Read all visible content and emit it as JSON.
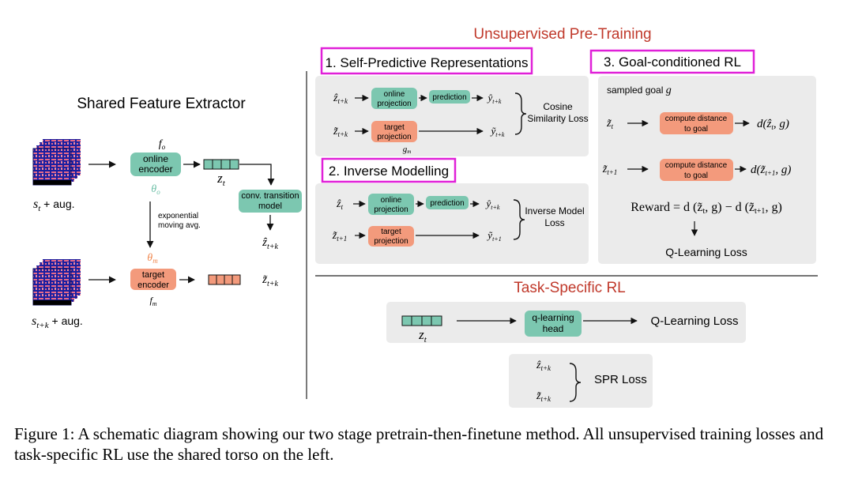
{
  "figure": {
    "section_pretraining": "Unsupervised Pre-Training",
    "section_task": "Task-Specific RL",
    "extractor": {
      "title": "Shared Feature Extractor",
      "online_encoder": "online\nencoder",
      "target_encoder": "target\nencoder",
      "f_o": "f",
      "f_o_sub": "o",
      "theta_o": "θ",
      "theta_o_sub": "o",
      "theta_m": "θ",
      "theta_m_sub": "m",
      "f_m": "f",
      "f_m_sub": "m",
      "z_t": "z",
      "z_t_sub": "t",
      "ema_label": "exponential\nmoving avg.",
      "transition": "conv. transition\nmodel",
      "zhat_tk": "ẑ",
      "zhat_tk_sub": "t+k",
      "ztilde_tk": "z̃",
      "ztilde_tk_sub": "t+k",
      "input_top": "s",
      "input_top_sub": "t",
      "input_top_aug": " + aug.",
      "input_bot": "s",
      "input_bot_sub": "t+k",
      "input_bot_aug": " + aug."
    },
    "spr": {
      "title": "1. Self-Predictive Representations",
      "in1": "ẑ",
      "in1_sub": "t+k",
      "in2": "z̃",
      "in2_sub": "t+k",
      "online_proj": "online\nprojection",
      "prediction": "prediction",
      "target_proj": "target\nprojection",
      "out1": "ŷ",
      "out1_sub": "t+k",
      "out2": "ỹ",
      "out2_sub": "t+k",
      "g_m": "g",
      "g_m_sub": "m",
      "loss": "Cosine\nSimilarity Loss"
    },
    "inverse": {
      "title": "2. Inverse Modelling",
      "in1": "ẑ",
      "in1_sub": "t",
      "in2": "z̃",
      "in2_sub": "t+1",
      "online_proj": "online\nprojection",
      "prediction": "prediction",
      "target_proj": "target\nprojection",
      "out1": "ŷ",
      "out1_sub": "t+k",
      "out2": "ỹ",
      "out2_sub": "t+1",
      "loss": "Inverse Model\nLoss"
    },
    "goal": {
      "title": "3. Goal-conditioned RL",
      "sampled": "sampled goal ",
      "g": "g",
      "in1": "z̃",
      "in1_sub": "t",
      "in2": "z̃",
      "in2_sub": "t+1",
      "compute": "compute distance\nto goal",
      "d1": "d(ẑ",
      "d1_sub": "t",
      "d1_end": ", g)",
      "d2": "d(z̃",
      "d2_sub": "t+1",
      "d2_end": ", g)",
      "reward": "Reward = d (z̃",
      "reward_sub1": "t",
      "reward_mid": ", g) − d (z̃",
      "reward_sub2": "t+1",
      "reward_end": ", g)",
      "loss": "Q-Learning Loss"
    },
    "task": {
      "z": "z",
      "z_sub": "t",
      "head": "q-learning\nhead",
      "loss": "Q-Learning Loss",
      "spr_in1": "ẑ",
      "spr_in1_sub": "t+k",
      "spr_in2": "z̃",
      "spr_in2_sub": "t+k",
      "spr_loss": "SPR Loss"
    }
  },
  "caption": "Figure 1: A schematic diagram showing our two stage pretrain-then-finetune method. All unsupervised training losses and task-specific RL use the shared torso on the left.",
  "colors": {
    "teal": "#7cc7b0",
    "salmon": "#f39a7c",
    "magenta": "#e020d8",
    "red_title": "#c0392b",
    "panel": "#ebebeb",
    "teal_text": "#6fc0a8",
    "orange_text": "#f0884f"
  }
}
